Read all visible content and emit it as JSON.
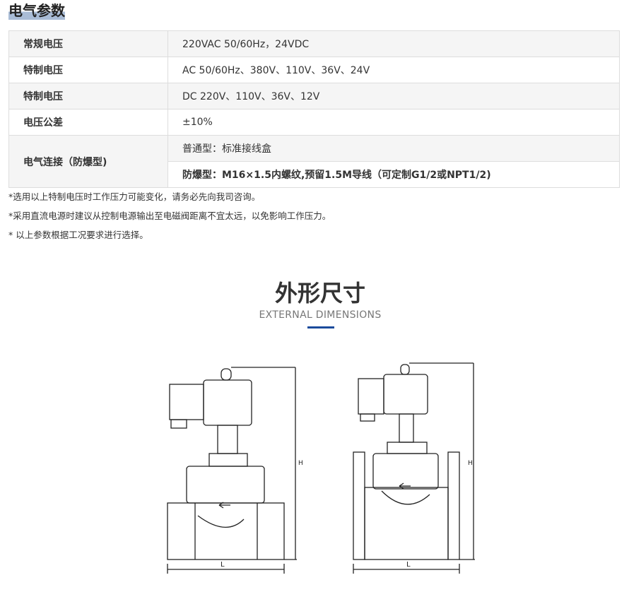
{
  "section_title": "电气参数",
  "rows": [
    {
      "label": "常规电压",
      "value": "220VAC 50/60Hz，24VDC"
    },
    {
      "label": "特制电压",
      "value": "AC 50/60Hz、380V、110V、36V、24V"
    },
    {
      "label": "特制电压",
      "value": "DC 220V、110V、36V、12V"
    },
    {
      "label": "电压公差",
      "value": "±10%"
    },
    {
      "label": "电气连接（防爆型)",
      "value": "普通型：标准接线盒",
      "value2": "防爆型：M16×1.5内螺纹,预留1.5M导线（可定制G1/2或NPT1/2)"
    }
  ],
  "notes": [
    "*选用以上特制电压时工作压力可能变化，请务必先向我司咨询。",
    "*采用直流电源时建议从控制电源输出至电磁阀距离不宜太远，以免影响工作压力。",
    "* 以上参数根据工况要求进行选择。"
  ],
  "dimensions": {
    "title": "外形尺寸",
    "subtitle": "EXTERNAL DIMENSIONS",
    "h_label": "H",
    "l_label": "L"
  },
  "accent": "#1a4b9c"
}
